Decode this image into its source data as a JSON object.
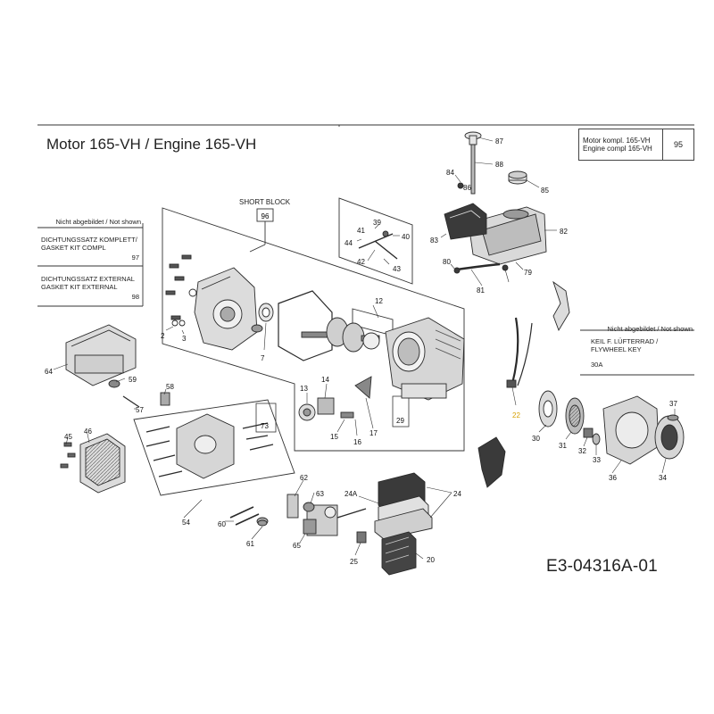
{
  "title": "Motor  165-VH / Engine  165-VH",
  "assembly_ref": {
    "line1": "Motor kompl. 165-VH",
    "line2": "Engine compl 165-VH",
    "number": "95"
  },
  "not_shown_left": {
    "header": "Nicht abgebildet / Not shown",
    "items": [
      {
        "line1": "DICHTUNGSSATZ KOMPLETT/",
        "line2": "GASKET KIT COMPL",
        "number": "97"
      },
      {
        "line1": "DICHTUNGSSATZ EXTERNAL",
        "line2": "GASKET KIT EXTERNAL",
        "number": "98"
      }
    ]
  },
  "not_shown_right": {
    "header": "Nicht abgebildet / Not shown",
    "items": [
      {
        "line1": "KEIL F. LÜFTERRAD /",
        "line2": "FLYWHEEL KEY",
        "number": "30A"
      }
    ]
  },
  "short_block": {
    "label": "SHORT BLOCK",
    "number": "96"
  },
  "drawing_code": "E3-04316A-01",
  "callouts": [
    "87",
    "88",
    "84",
    "86",
    "85",
    "82",
    "83",
    "39",
    "41",
    "40",
    "44",
    "42",
    "43",
    "80",
    "81",
    "79",
    "12",
    "2",
    "3",
    "7",
    "64",
    "59",
    "58",
    "57",
    "13",
    "14",
    "15",
    "16",
    "17",
    "73",
    "29",
    "45",
    "46",
    "54",
    "60",
    "61",
    "62",
    "63",
    "65",
    "24A",
    "24",
    "25",
    "20",
    "22",
    "30",
    "31",
    "32",
    "33",
    "36",
    "37",
    "34"
  ],
  "colors": {
    "line": "#333333",
    "part_stroke": "#2a2a2a",
    "part_fill": "#e6e6e6",
    "part_dark": "#3a3a3a",
    "highlight_callout": "#d6a000"
  }
}
